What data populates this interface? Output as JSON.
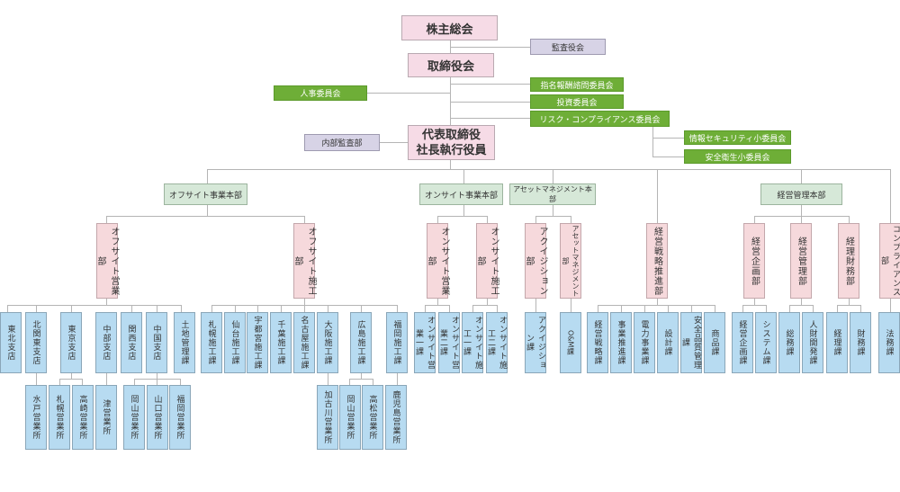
{
  "top": {
    "shareholders": "株主総会",
    "auditors": "監査役会",
    "board": "取締役会",
    "ceo_line1": "代表取締役",
    "ceo_line2": "社長執行役員",
    "internal_audit": "内部監査部"
  },
  "committees": {
    "hr": "人事委員会",
    "nomination": "指名報酬諮問委員会",
    "investment": "投資委員会",
    "risk": "リスク・コンプライアンス委員会",
    "infosec": "情報セキュリティ小委員会",
    "safety": "安全衛生小委員会"
  },
  "divisions": {
    "offsite": "オフサイト事業本部",
    "onsite": "オンサイト事業本部",
    "asset": "アセットマネジメント本部",
    "management": "経営管理本部"
  },
  "departments": {
    "offsite_sales": "オフサイト営業部",
    "offsite_construction": "オフサイト施工部",
    "onsite_sales": "オンサイト営業部",
    "onsite_construction": "オンサイト施工部",
    "acquisition": "アクイジション部",
    "asset_mgmt": "アセットマネジメント部",
    "strategy": "経営戦略推進部",
    "planning": "経営企画部",
    "admin": "経営管理部",
    "finance": "経理財務部",
    "compliance": "コンプライアンス部"
  },
  "units": {
    "offsite_sales": [
      "東北支店",
      "北関東支店",
      "東京支店",
      "中部支店",
      "関西支店",
      "中国支店",
      "土地管理課"
    ],
    "offsite_construction": [
      "札幌施工課",
      "仙台施工課",
      "宇都宮施工課",
      "千葉施工課",
      "名古屋施工課",
      "大阪施工課",
      "広島施工課",
      "福岡施工課"
    ],
    "onsite_sales": [
      "オンサイト営業一課",
      "オンサイト営業二課"
    ],
    "onsite_construction": [
      "オンサイト施工一課",
      "オンサイト施工二課"
    ],
    "acquisition": [
      "アクイジション課"
    ],
    "asset_mgmt": [
      "O&M課"
    ],
    "strategy": [
      "経営戦略課",
      "事業推進課",
      "電力事業課",
      "設計課",
      "安全品質管理課",
      "商品課"
    ],
    "planning": [
      "経営企画課",
      "システム課"
    ],
    "admin": [
      "総務課",
      "人財開発課"
    ],
    "finance": [
      "経理課",
      "財務課"
    ],
    "compliance": [
      "法務課"
    ]
  },
  "offices": {
    "kitakanto": [
      "水戸営業所"
    ],
    "tokyo": [
      "札幌営業所",
      "高崎営業所"
    ],
    "chubu": [
      "津営業所"
    ],
    "chugoku": [
      "岡山営業所",
      "山口営業所",
      "福岡営業所"
    ],
    "osaka": [
      "加古川営業所"
    ],
    "hiroshima": [
      "岡山営業所",
      "高松営業所"
    ],
    "fukuoka": [
      "鹿児島営業所"
    ]
  }
}
